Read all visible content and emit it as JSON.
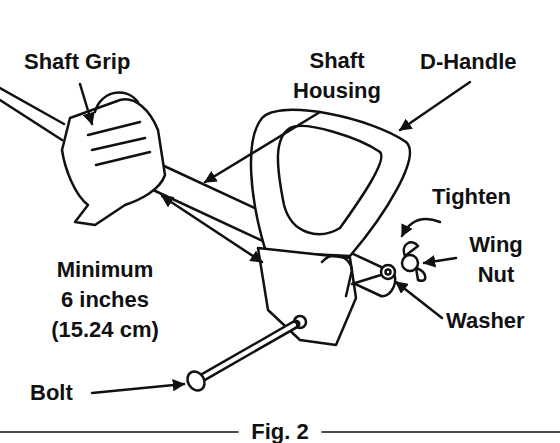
{
  "diagram": {
    "caption": "Fig. 2",
    "labels": [
      "Shaft Grip",
      "Shaft Housing",
      "D-Handle",
      "Minimum 6 inches (15.24 cm)",
      "Tighten",
      "Wing Nut",
      "Washer",
      "Bolt"
    ]
  }
}
